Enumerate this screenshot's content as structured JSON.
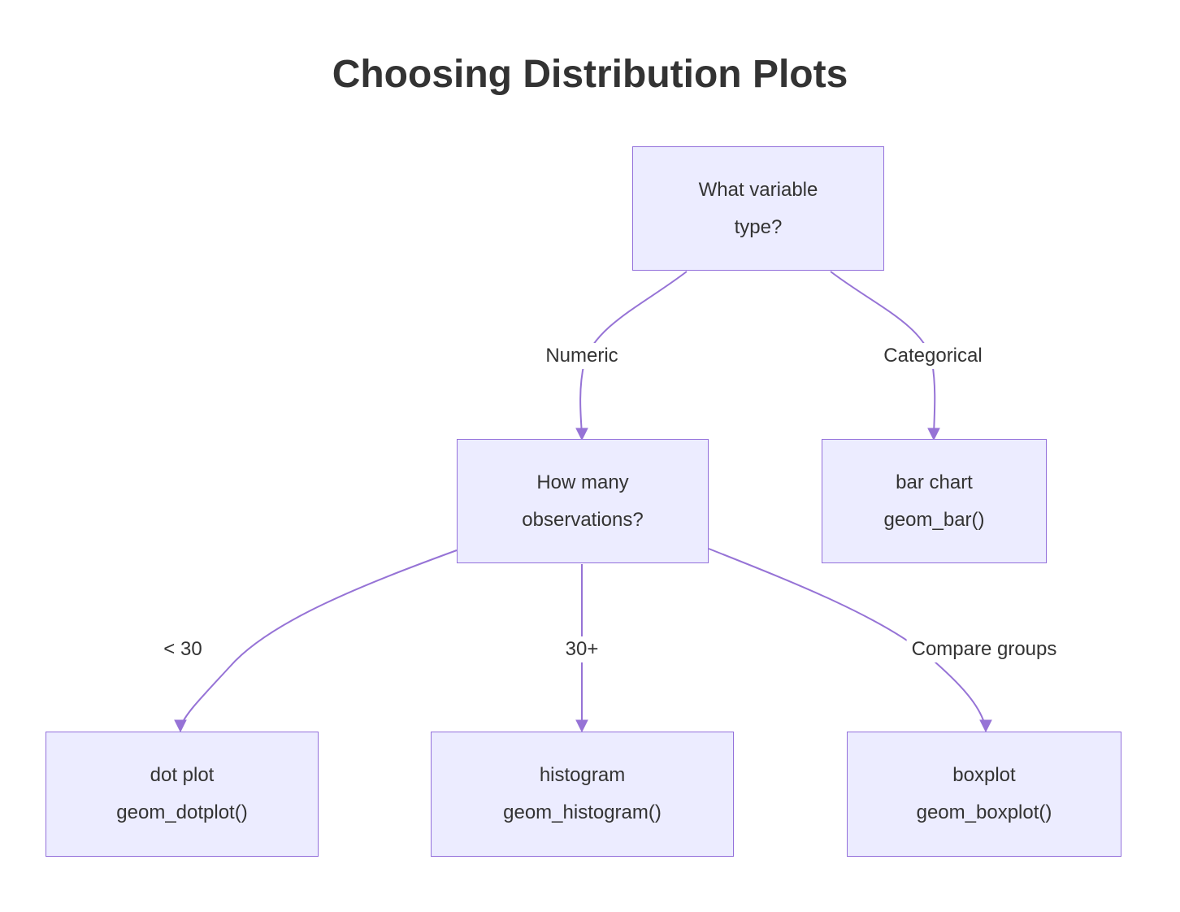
{
  "title": "Choosing Distribution Plots",
  "diagram": {
    "type": "flowchart",
    "direction": "top-down",
    "colors": {
      "node_fill": "#ECECFF",
      "node_border": "#9370DB",
      "edge": "#9673D6",
      "text": "#333333"
    },
    "nodes": [
      {
        "id": "what-variable-type",
        "lines": [
          "What variable",
          "type?"
        ]
      },
      {
        "id": "how-many-observations",
        "lines": [
          "How many",
          "observations?"
        ]
      },
      {
        "id": "bar-chart",
        "lines": [
          "bar chart",
          "geom_bar()"
        ]
      },
      {
        "id": "dot-plot",
        "lines": [
          "dot plot",
          "geom_dotplot()"
        ]
      },
      {
        "id": "histogram",
        "lines": [
          "histogram",
          "geom_histogram()"
        ]
      },
      {
        "id": "boxplot",
        "lines": [
          "boxplot",
          "geom_boxplot()"
        ]
      }
    ],
    "edges": [
      {
        "from": "what-variable-type",
        "to": "how-many-observations",
        "label": "Numeric"
      },
      {
        "from": "what-variable-type",
        "to": "bar-chart",
        "label": "Categorical"
      },
      {
        "from": "how-many-observations",
        "to": "dot-plot",
        "label": "< 30"
      },
      {
        "from": "how-many-observations",
        "to": "histogram",
        "label": "30+"
      },
      {
        "from": "how-many-observations",
        "to": "boxplot",
        "label": "Compare groups"
      }
    ]
  }
}
